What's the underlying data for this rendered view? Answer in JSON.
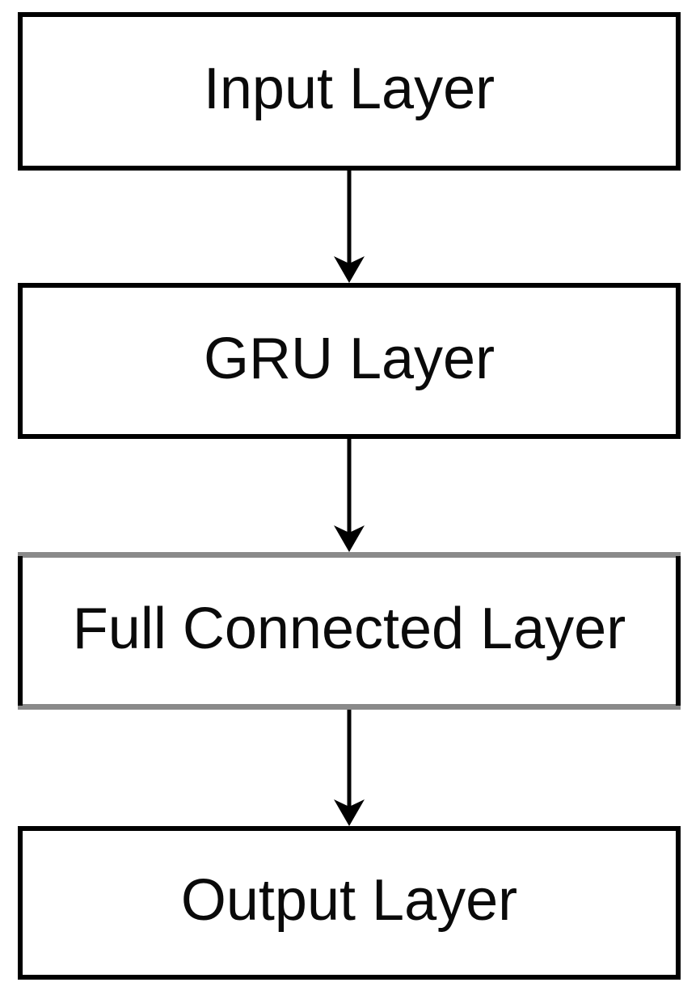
{
  "diagram": {
    "type": "flowchart",
    "orientation": "vertical",
    "background_color": "#ffffff",
    "colors": {
      "node_fill": "#ffffff",
      "node_border": "#000000",
      "highlight_border": "#8a8a8a",
      "text": "#0a0a0a",
      "arrow": "#000000"
    },
    "nodes": [
      {
        "id": "input",
        "label": "Input Layer",
        "border_style": "black"
      },
      {
        "id": "gru",
        "label": "GRU Layer",
        "border_style": "black"
      },
      {
        "id": "fc",
        "label": "Full Connected Layer",
        "border_style": "gray-top-bottom"
      },
      {
        "id": "output",
        "label": "Output Layer",
        "border_style": "black"
      }
    ],
    "edges": [
      {
        "from": "input",
        "to": "gru",
        "style": "arrow-down"
      },
      {
        "from": "gru",
        "to": "fc",
        "style": "arrow-down"
      },
      {
        "from": "fc",
        "to": "output",
        "style": "arrow-down"
      }
    ]
  }
}
